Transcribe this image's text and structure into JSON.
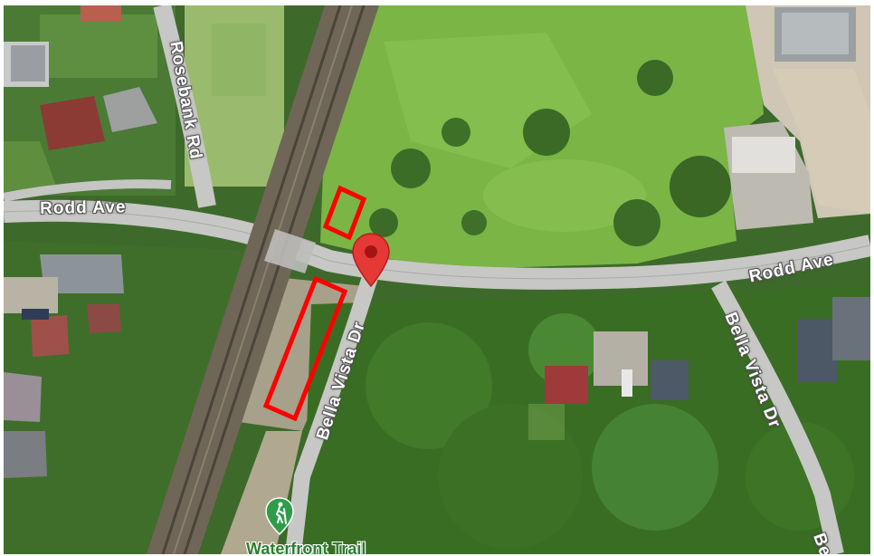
{
  "map": {
    "roads": {
      "rodd_ave_left": "Rodd Ave",
      "rodd_ave_right": "Rodd Ave",
      "rosebank_rd": "Rosebank Rd",
      "bella_vista_left": "Bella Vista Dr",
      "bella_vista_right": "Bella Vista Dr",
      "bella_vista_edge": "Be"
    },
    "poi": {
      "trail_name": "Waterfront Trail",
      "trail_icon": "hiker-icon"
    },
    "marker": {
      "icon": "location-pin-icon",
      "color": "#e53935"
    },
    "highlights": {
      "color": "#ff0000",
      "count": 2
    },
    "colors": {
      "road": "#c9c9c9",
      "vegetation": "#4f8a33",
      "field": "#7fb84a"
    }
  }
}
